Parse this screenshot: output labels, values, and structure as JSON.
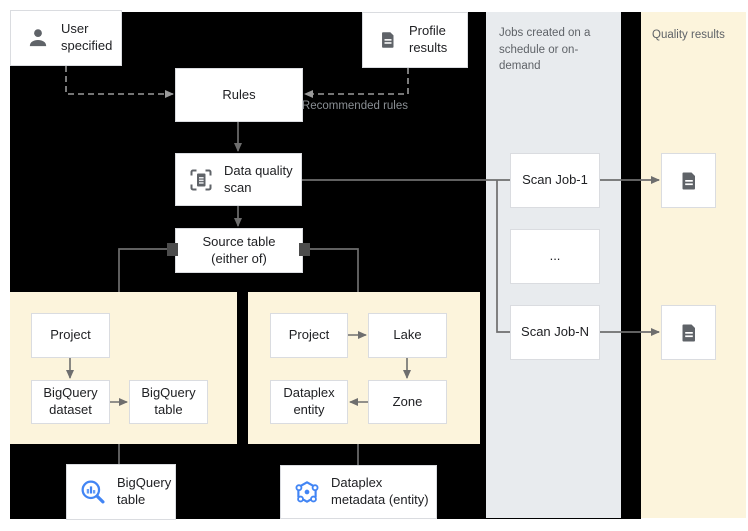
{
  "labels": {
    "jobs_column": "Jobs created on a schedule or on-demand",
    "quality_column": "Quality results",
    "recommended_rules": "Recommended rules"
  },
  "nodes": {
    "user_specified": "User specified",
    "profile_results": "Profile results",
    "rules": "Rules",
    "data_quality_scan": "Data quality scan",
    "source_table": "Source table (either of)",
    "project_bq": "Project",
    "bigquery_dataset": "BigQuery dataset",
    "bigquery_table": "BigQuery table",
    "project_dataplex": "Project",
    "lake": "Lake",
    "zone": "Zone",
    "dataplex_entity": "Dataplex entity",
    "scan_job_1": "Scan Job-1",
    "scan_job_ellipsis": "...",
    "scan_job_n": "Scan Job-N",
    "bigquery_table_output": "BigQuery table",
    "dataplex_metadata": "Dataplex metadata (entity)"
  },
  "icons": {
    "user": "person-icon",
    "profile": "document-icon",
    "scan": "data-quality-scan-icon",
    "result": "document-icon",
    "bigquery": "bigquery-icon",
    "dataplex": "dataplex-icon"
  },
  "colors": {
    "page": "#ffffff",
    "background": "#000000",
    "group_yellow": "#fcf4dc",
    "jobs_gray": "#e8ebee",
    "connector": "#6e6e6e",
    "dashed_connector": "#9a9a9a",
    "label_gray": "#5f6368",
    "node_text": "#202124",
    "icon_gray": "#5f6368",
    "icon_blue": "#4285f4"
  }
}
